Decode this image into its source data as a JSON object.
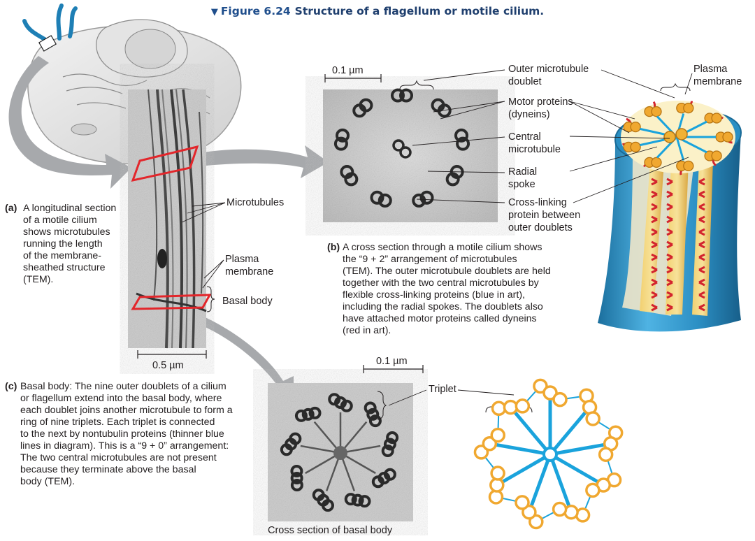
{
  "figure": {
    "label": "Figure 6.24",
    "title": "Structure of a flagellum or motile cilium."
  },
  "panel_a": {
    "letter": "(a)",
    "caption_lines": [
      "A longitudinal section",
      "of a motile cilium",
      "shows microtubules",
      "running the length",
      "of the membrane-",
      "sheathed structure",
      "(TEM)."
    ],
    "scale_bar": "0.5 µm",
    "labels": {
      "microtubules": "Microtubules",
      "plasma_membrane": [
        "Plasma",
        "membrane"
      ],
      "basal_body": "Basal body"
    }
  },
  "panel_b": {
    "letter": "(b)",
    "caption_lines": [
      "A cross section through a motile cilium shows",
      "the “9 + 2” arrangement of microtubules",
      "(TEM). The outer microtubule doublets are held",
      "together with the two central microtubules by",
      "flexible cross-linking proteins (blue in art),",
      "including the radial spokes. The doublets also",
      "have attached motor proteins called dyneins",
      "(red in art)."
    ],
    "scale_bar": "0.1 µm",
    "labels": {
      "outer_doublet": [
        "Outer microtubule",
        "doublet"
      ],
      "motor_proteins": [
        "Motor proteins",
        "(dyneins)"
      ],
      "central_microtubule": [
        "Central",
        "microtubule"
      ],
      "radial_spoke": [
        "Radial",
        "spoke"
      ],
      "cross_linking": [
        "Cross-linking",
        "protein between",
        "outer doublets"
      ],
      "plasma_membrane": [
        "Plasma",
        "membrane"
      ]
    }
  },
  "panel_c": {
    "letter": "(c)",
    "caption_lines": [
      "Basal body: The nine outer doublets of a cilium",
      "or flagellum extend into the basal body, where",
      "each doublet joins another microtubule to form a",
      "ring of nine triplets. Each triplet is connected",
      "to the next by nontubulin proteins (thinner blue",
      "lines in diagram). This is a “9 + 0” arrangement:",
      "The two central microtubules are not present",
      "because they terminate above the basal",
      "body (TEM)."
    ],
    "scale_bar": "0.1 µm",
    "labels": {
      "triplet": "Triplet",
      "cross_section": "Cross section of basal body"
    }
  },
  "colors": {
    "title_blue": "#1f3f6e",
    "arrow_gray": "#a7a9ac",
    "protein_blue": "#1aa3dc",
    "dynein_red": "#d3242e",
    "microtubule_orange": "#f0a830",
    "membrane_blue": "#2a8fc3"
  }
}
